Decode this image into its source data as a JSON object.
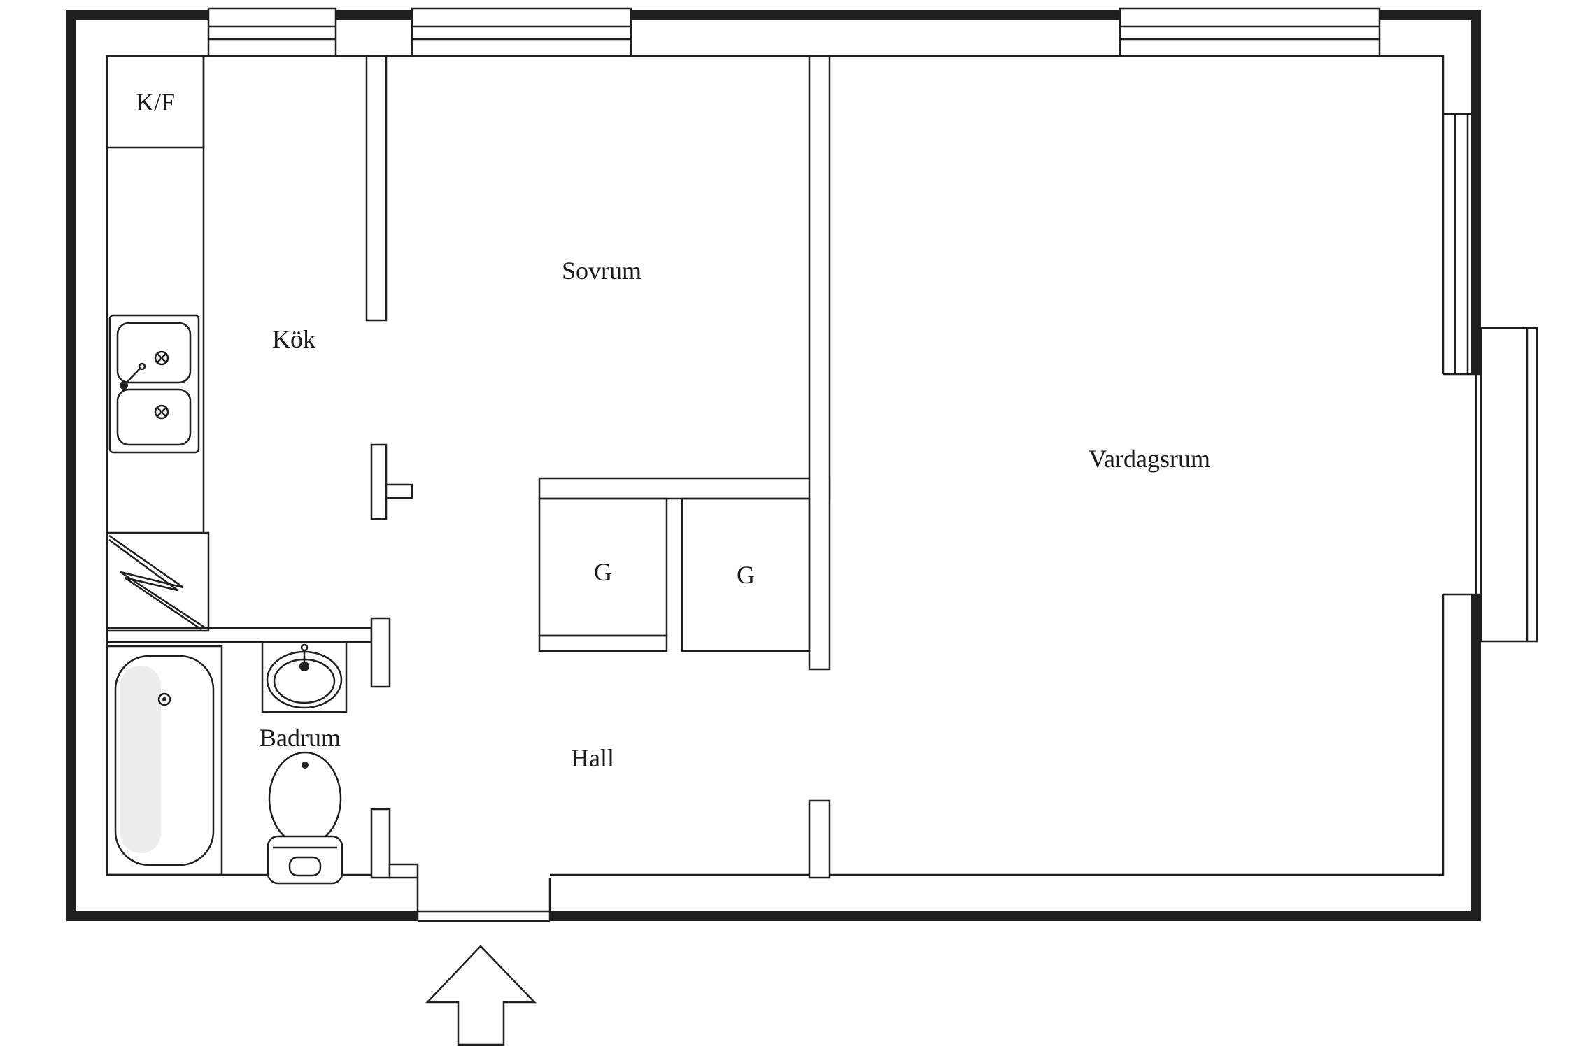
{
  "colors": {
    "background": "#ffffff",
    "line": "#1f1f1f",
    "text": "#1a1a1a",
    "fixture_shade": "#ededed"
  },
  "icons": {
    "entrance_arrow": "arrow-up"
  },
  "rooms": {
    "kitchen": {
      "label": "Kök"
    },
    "bedroom": {
      "label": "Sovrum"
    },
    "living_room": {
      "label": "Vardagsrum"
    },
    "bathroom": {
      "label": "Badrum"
    },
    "hall": {
      "label": "Hall"
    },
    "fridge_freezer": {
      "label": "K/F"
    },
    "wardrobe_left": {
      "label": "G"
    },
    "wardrobe_right": {
      "label": "G"
    }
  }
}
